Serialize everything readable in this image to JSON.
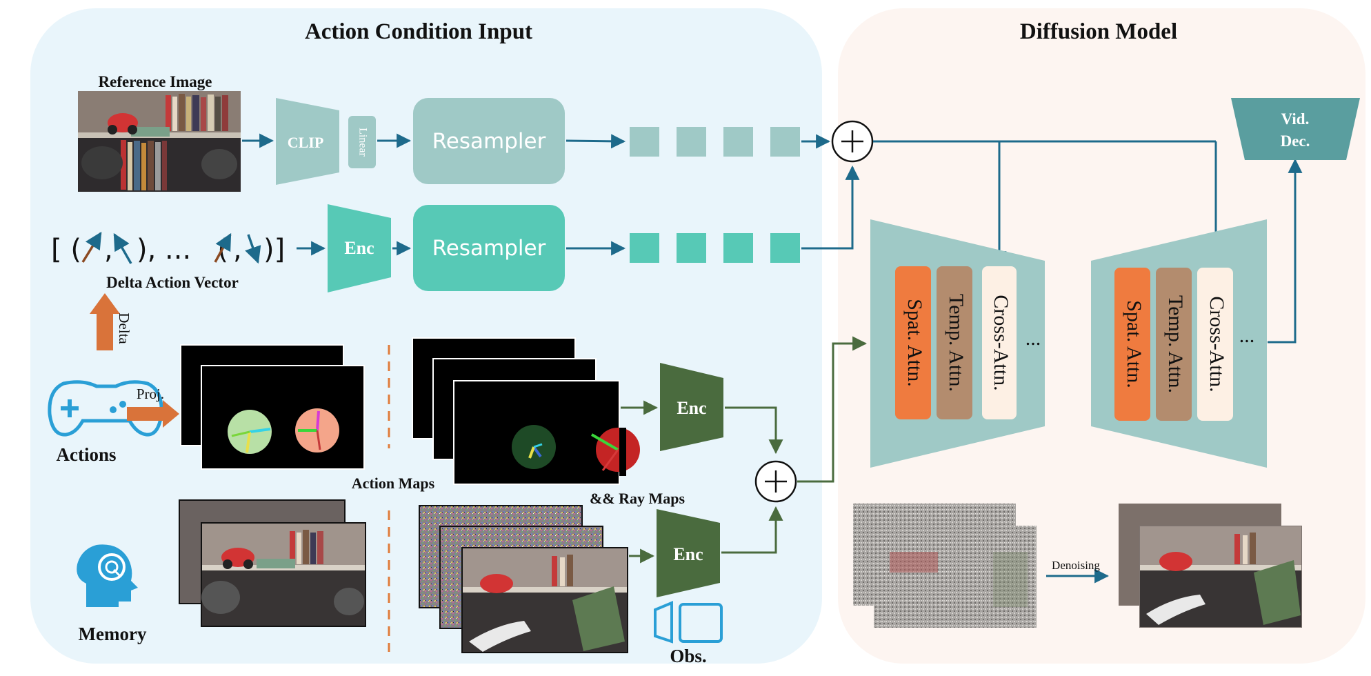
{
  "sections": {
    "action_condition_input": {
      "title": "Action Condition Input"
    },
    "diffusion_model": {
      "title": "Diffusion Model"
    }
  },
  "labels": {
    "reference_image": "Reference Image",
    "clip": "CLIP",
    "linear": "Linear",
    "resampler_top": "Resampler",
    "resampler_mid": "Resampler",
    "enc_action": "Enc",
    "enc_maps": "Enc",
    "enc_memory": "Enc",
    "delta_action_vector": "Delta Action Vector",
    "delta": "Delta",
    "proj": "Proj.",
    "actions": "Actions",
    "action_maps": "Action Maps",
    "ray_maps": "&& Ray Maps",
    "memory": "Memory",
    "obs": "Obs.",
    "vid_dec_line1": "Vid.",
    "vid_dec_line2": "Dec.",
    "spat_attn": "Spat. Attn.",
    "temp_attn": "Temp. Attn.",
    "cross_attn": "Cross-Attn.",
    "ellipsis": "...",
    "denoising": "Denoising",
    "plus": "+"
  },
  "vector_text": {
    "open": "[ (",
    "comma": ",",
    "mid": "), ...   (",
    "close": ")]"
  },
  "colors": {
    "left_panel_bg": "#e9f5fb",
    "right_panel_bg": "#fdf5f1",
    "clip_teal": "#9fc9c6",
    "resampler_bright": "#57c9b6",
    "enc_green": "#4a6b3e",
    "unet_teal": "#9fc9c6",
    "vid_dec": "#5a9e9f",
    "spat_orange": "#ef7b3f",
    "temp_brown": "#b38c6e",
    "cross_cream": "#fdf0e4",
    "arrow_blue": "#1d6a8b",
    "arrow_green": "#4a6b3e",
    "delta_orange": "#d9733a",
    "icon_blue": "#2a9fd6",
    "dash_orange": "#e07b3a"
  },
  "icons": [
    "gamepad-icon",
    "brain-head-icon",
    "camera-frustum-icon",
    "plus-circle-icon"
  ]
}
